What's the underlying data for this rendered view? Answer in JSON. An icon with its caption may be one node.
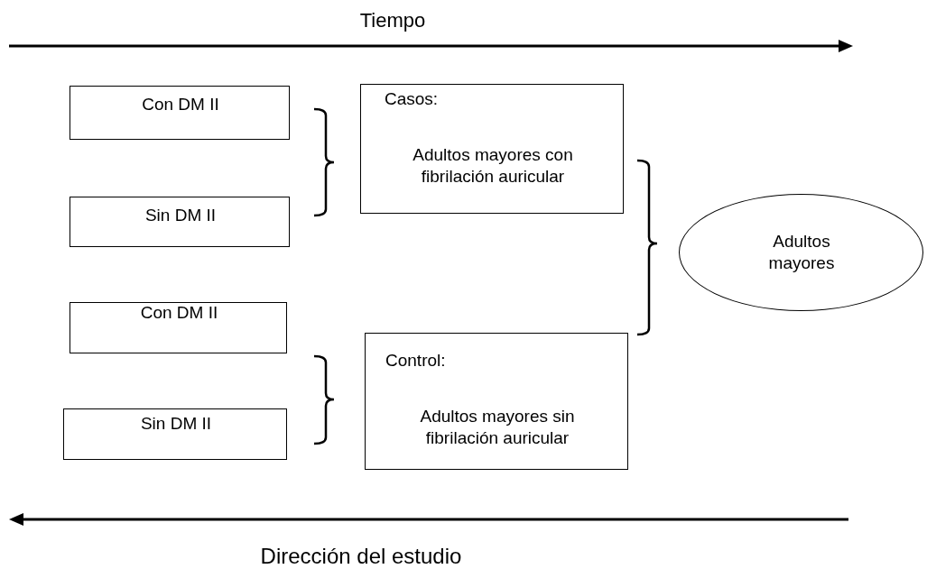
{
  "diagram": {
    "nodes": [
      {
        "text": [
          "Con DM II"
        ]
      },
      {
        "text": [
          "Sin DM II"
        ]
      },
      {
        "text": [
          "Con DM II"
        ]
      },
      {
        "text": [
          "Sin DM II"
        ]
      },
      {
        "text": [
          "Casos:",
          "Adultos mayores con fibrilación auricular"
        ]
      },
      {
        "text": [
          "Control:",
          "Adultos mayores sin fibrilación auricular"
        ]
      },
      {
        "text": [
          "Adultos mayores"
        ]
      }
    ],
    "labels": [
      "Tiempo",
      "Dirección del estudio"
    ]
  }
}
